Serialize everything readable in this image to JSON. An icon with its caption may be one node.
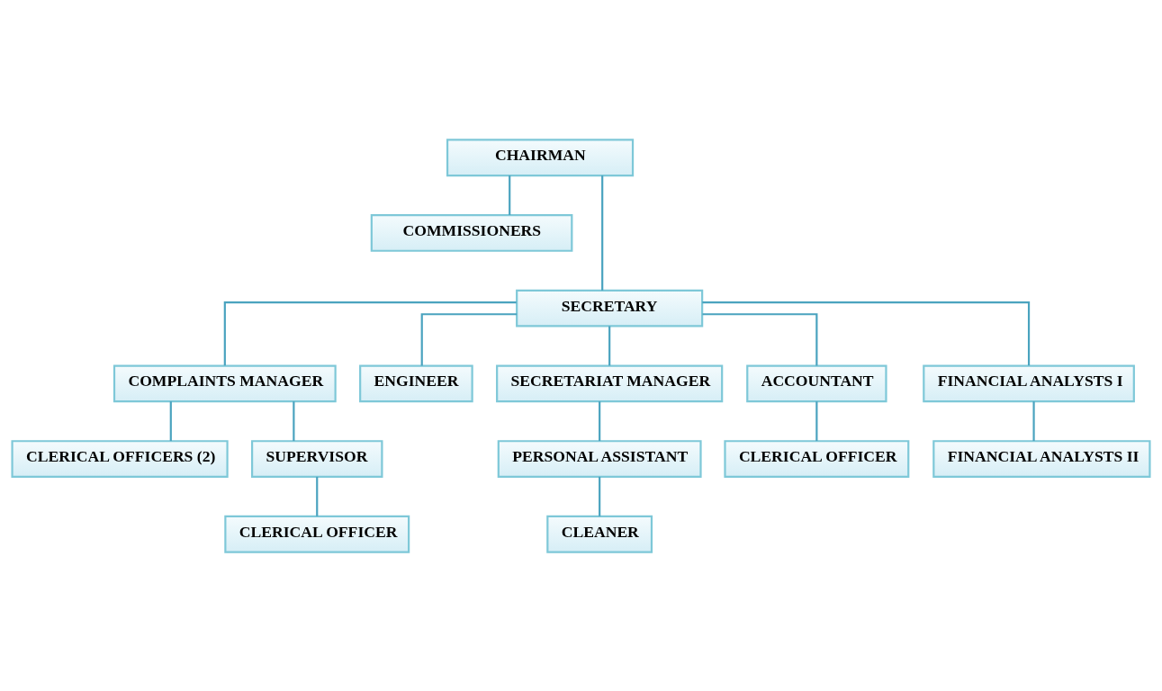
{
  "diagram": {
    "nodes": [
      {
        "text": [
          "CHAIRMAN"
        ]
      },
      {
        "text": [
          "COMMISSIONERS"
        ]
      },
      {
        "text": [
          "SECRETARY"
        ]
      },
      {
        "text": [
          "COMPLAINTS MANAGER"
        ]
      },
      {
        "text": [
          "ENGINEER"
        ]
      },
      {
        "text": [
          "SECRETARIAT MANAGER"
        ]
      },
      {
        "text": [
          "ACCOUNTANT"
        ]
      },
      {
        "text": [
          "FINANCIAL ANALYSTS I"
        ]
      },
      {
        "text": [
          "CLERICAL OFFICERS (2)"
        ]
      },
      {
        "text": [
          "SUPERVISOR"
        ]
      },
      {
        "text": [
          "PERSONAL ASSISTANT"
        ]
      },
      {
        "text": [
          "CLERICAL OFFICER"
        ]
      },
      {
        "text": [
          "FINANCIAL ANALYSTS II"
        ]
      },
      {
        "text": [
          "CLERICAL OFFICER"
        ]
      },
      {
        "text": [
          "CLEANER"
        ]
      }
    ],
    "edges": [
      {
        "from": 0,
        "to": 1,
        "arrow": "none"
      },
      {
        "from": 0,
        "to": 2,
        "arrow": "none"
      },
      {
        "from": 2,
        "to": 3,
        "arrow": "none"
      },
      {
        "from": 2,
        "to": 4,
        "arrow": "none"
      },
      {
        "from": 2,
        "to": 5,
        "arrow": "none"
      },
      {
        "from": 2,
        "to": 6,
        "arrow": "none"
      },
      {
        "from": 2,
        "to": 7,
        "arrow": "none"
      },
      {
        "from": 3,
        "to": 8,
        "arrow": "none"
      },
      {
        "from": 3,
        "to": 9,
        "arrow": "none"
      },
      {
        "from": 5,
        "to": 10,
        "arrow": "none"
      },
      {
        "from": 6,
        "to": 11,
        "arrow": "none"
      },
      {
        "from": 7,
        "to": 12,
        "arrow": "none"
      },
      {
        "from": 9,
        "to": 13,
        "arrow": "none"
      },
      {
        "from": 10,
        "to": 14,
        "arrow": "none"
      }
    ]
  }
}
